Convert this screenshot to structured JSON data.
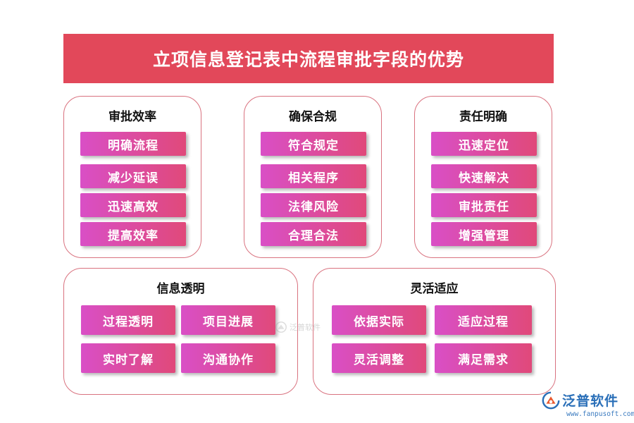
{
  "title": "立项信息登记表中流程审批字段的优势",
  "groups": [
    {
      "title": "审批效率",
      "items": [
        "明确流程",
        "减少延误",
        "迅速高效",
        "提高效率"
      ]
    },
    {
      "title": "确保合规",
      "items": [
        "符合规定",
        "相关程序",
        "法律风险",
        "合理合法"
      ]
    },
    {
      "title": "责任明确",
      "items": [
        "迅速定位",
        "快速解决",
        "审批责任",
        "增强管理"
      ]
    },
    {
      "title": "信息透明",
      "items": [
        "过程透明",
        "项目进展",
        "实时了解",
        "沟通协作"
      ]
    },
    {
      "title": "灵活适应",
      "items": [
        "依据实际",
        "适应过程",
        "灵活调整",
        "满足需求"
      ]
    }
  ],
  "watermark": {
    "center_text": "泛普软件",
    "brand": "泛普软件",
    "url": "www.fanpusoft.com",
    "logo_icon": "fanpu-logo-icon"
  },
  "colors": {
    "title_bg": "#e2485a",
    "item_gradient_start": "#d94fc6",
    "item_gradient_end": "#e0497a",
    "group_border": "#d9727f",
    "brand_blue": "#2a6fb8"
  }
}
